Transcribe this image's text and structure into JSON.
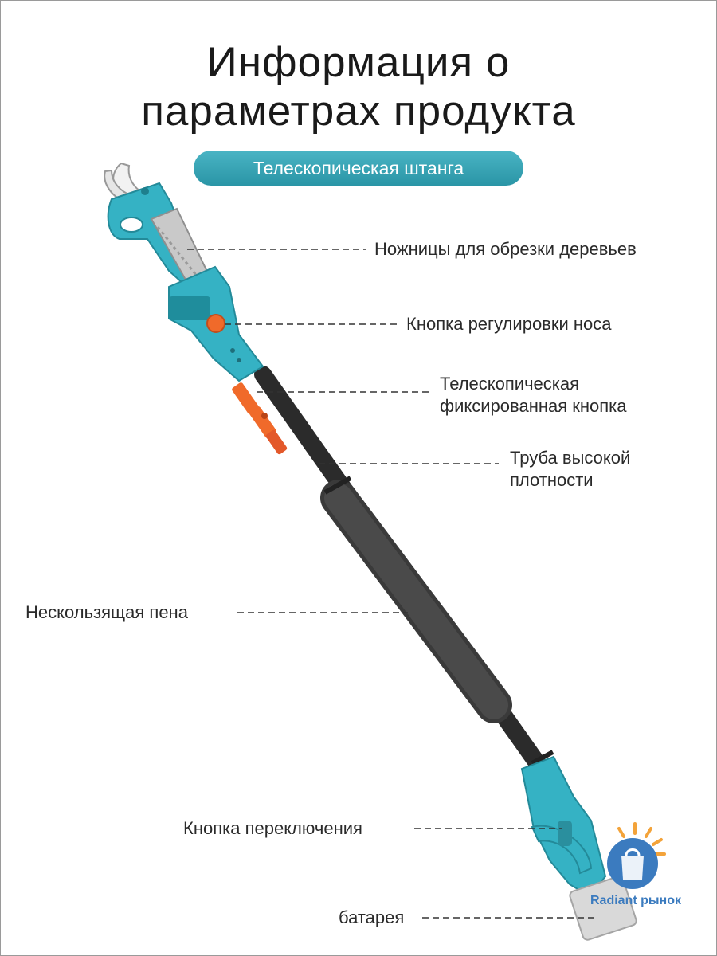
{
  "page": {
    "title_line1": "Информация о",
    "title_line2": "параметрах продукта",
    "subtitle": "Телескопическая штанга"
  },
  "callouts": [
    {
      "lines": [
        "Ножницы для обрезки деревьев"
      ]
    },
    {
      "lines": [
        "Кнопка регулировки носа"
      ]
    },
    {
      "lines": [
        "Телескопическая",
        "фиксированная кнопка"
      ]
    },
    {
      "lines": [
        "Труба высокой",
        "плотности"
      ]
    },
    {
      "lines": [
        "Нескользящая пена"
      ]
    },
    {
      "lines": [
        "Кнопка переключения"
      ]
    },
    {
      "lines": [
        "батарея"
      ]
    }
  ],
  "logo": {
    "brand": "Radiant рынок"
  },
  "colors": {
    "accent": "#2fa3b5",
    "tool_body": "#35b2c4",
    "tube": "#2b2b2b",
    "orange_button": "#f06a2a"
  }
}
